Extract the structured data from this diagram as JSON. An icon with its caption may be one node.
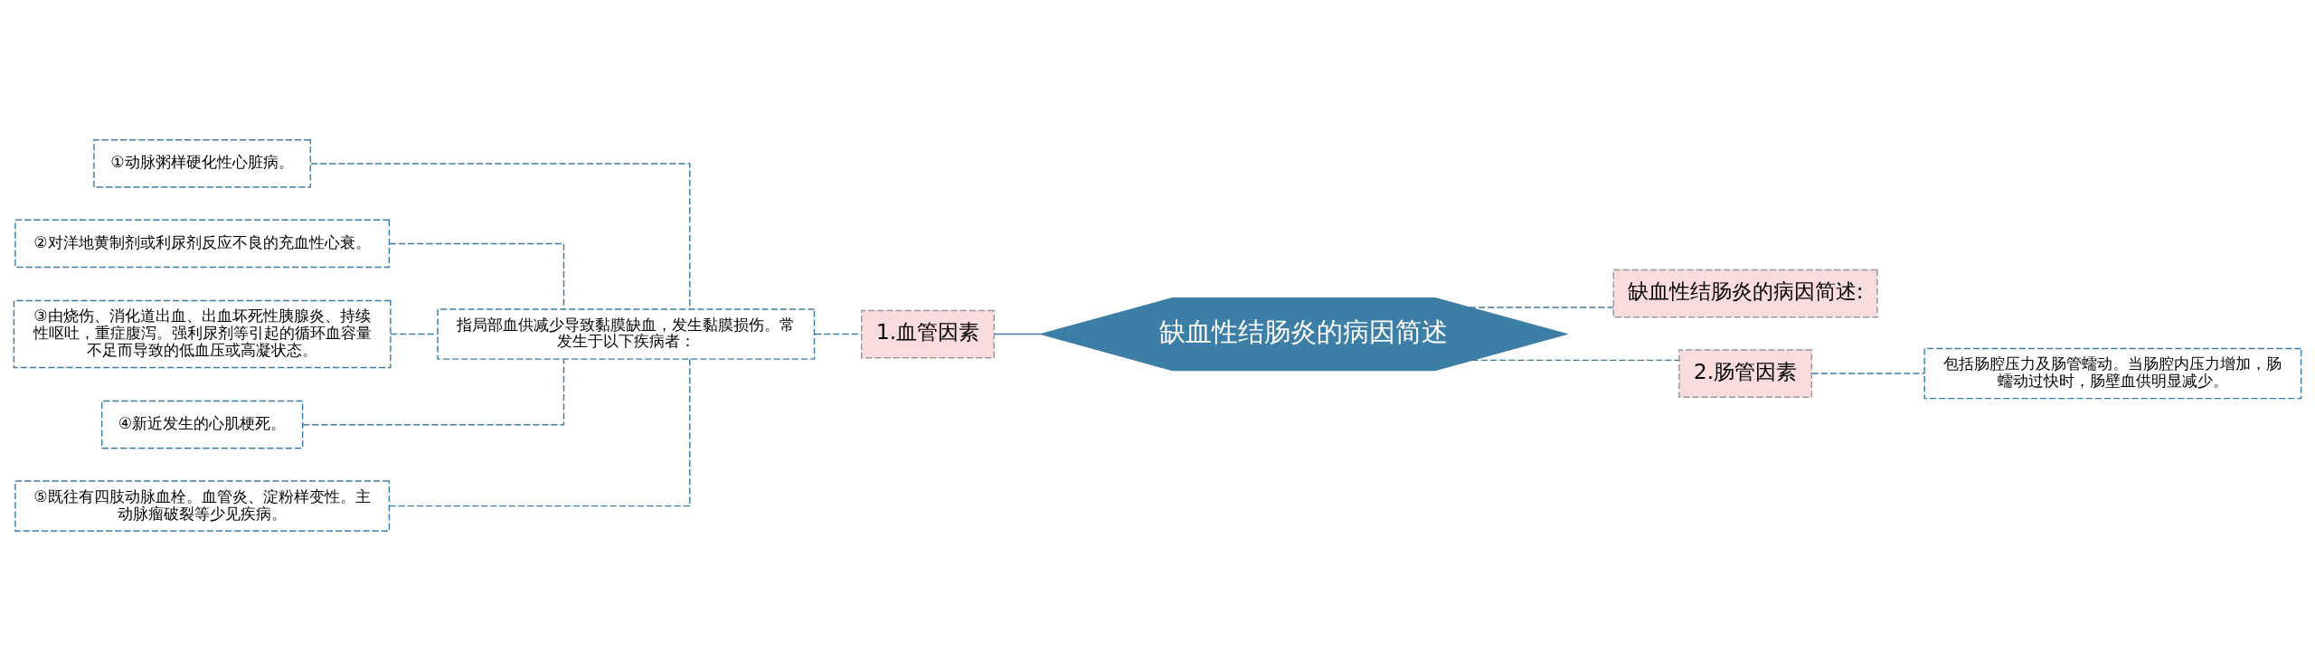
{
  "diagram": {
    "nodes": [
      {
        "text": [
          "缺血性结肠炎的病因简述"
        ]
      },
      {
        "text": [
          "1.血管因素"
        ]
      },
      {
        "text": [
          "指局部血供减少导致黏膜缺血，发生黏膜损伤。常发生于以下疾病者："
        ]
      },
      {
        "text": [
          "①动脉粥样硬化性心脏病。"
        ]
      },
      {
        "text": [
          "②对洋地黄制剂或利尿剂反应不良的充血性心衰。"
        ]
      },
      {
        "text": [
          "③由烧伤、消化道出血、出血坏死性胰腺炎、持续性呕吐，重症腹泻。强利尿剂等引起的循环血容量不足而导致的低血压或高凝状态。"
        ]
      },
      {
        "text": [
          "④新近发生的心肌梗死。"
        ]
      },
      {
        "text": [
          "⑤既往有四肢动脉血栓。血管炎、淀粉样变性。主动脉瘤破裂等少见疾病。"
        ]
      },
      {
        "text": [
          "缺血性结肠炎的病因简述:"
        ]
      },
      {
        "text": [
          "2.肠管因素"
        ]
      },
      {
        "text": [
          "包括肠腔压力及肠管蠕动。当肠腔内压力增加，肠蠕动过快时，肠壁血供明显减少。"
        ]
      }
    ],
    "edges": [
      {
        "from": 0,
        "to": 1,
        "arrow": "none"
      },
      {
        "from": 1,
        "to": 2,
        "arrow": "none",
        "style": "dashed"
      },
      {
        "from": 2,
        "to": 3,
        "arrow": "none",
        "style": "dashed"
      },
      {
        "from": 2,
        "to": 4,
        "arrow": "none",
        "style": "dashed"
      },
      {
        "from": 2,
        "to": 5,
        "arrow": "none",
        "style": "dashed"
      },
      {
        "from": 2,
        "to": 6,
        "arrow": "none",
        "style": "dashed"
      },
      {
        "from": 2,
        "to": 7,
        "arrow": "none",
        "style": "dashed"
      },
      {
        "from": 0,
        "to": 8,
        "arrow": "none",
        "style": "dashed"
      },
      {
        "from": 0,
        "to": 9,
        "arrow": "none",
        "style": "dashed"
      },
      {
        "from": 9,
        "to": 10,
        "arrow": "none",
        "style": "dashed"
      }
    ]
  }
}
